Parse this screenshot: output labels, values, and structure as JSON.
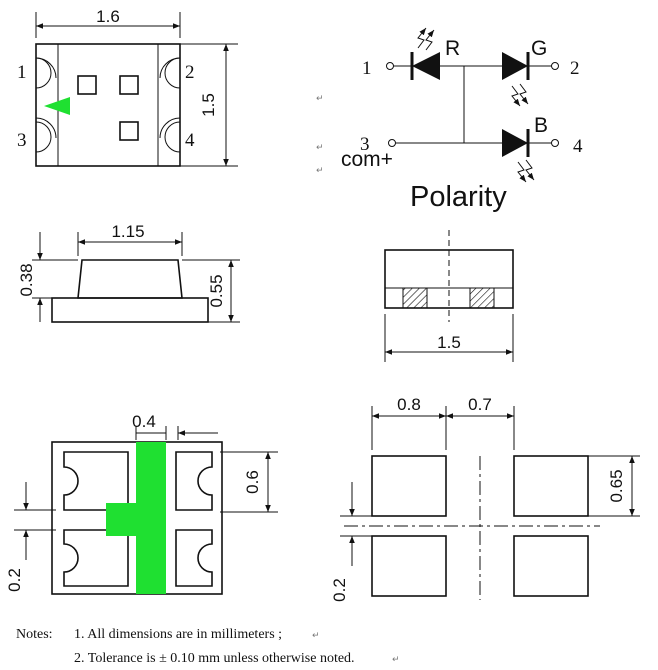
{
  "top_view": {
    "width_label": "1.6",
    "height_label": "1.5",
    "pins": [
      "1",
      "2",
      "3",
      "4"
    ]
  },
  "polarity": {
    "pin_numbers": [
      "1",
      "2",
      "3",
      "4"
    ],
    "led_labels": [
      "R",
      "G",
      "B"
    ],
    "common_label": "com+",
    "title": "Polarity"
  },
  "side_view": {
    "top_width_label": "1.15",
    "body_height_label": "0.38",
    "total_height_label": "0.55"
  },
  "end_view": {
    "width_label": "1.5"
  },
  "bottom_view": {
    "marker_width_label": "0.4",
    "pad_height_label": "0.6",
    "gap_label": "0.2",
    "marker_color": "#1fe031"
  },
  "footprint": {
    "pad_width_label": "0.8",
    "gap_width_label": "0.7",
    "pad_height_label": "0.65",
    "gap_height_label": "0.2"
  },
  "notes": {
    "heading": "Notes:",
    "items": [
      "1. All dimensions are in millimeters ;",
      "2. Tolerance is ± 0.10 mm unless otherwise noted."
    ]
  },
  "icons": [
    "return-mark-icon"
  ]
}
